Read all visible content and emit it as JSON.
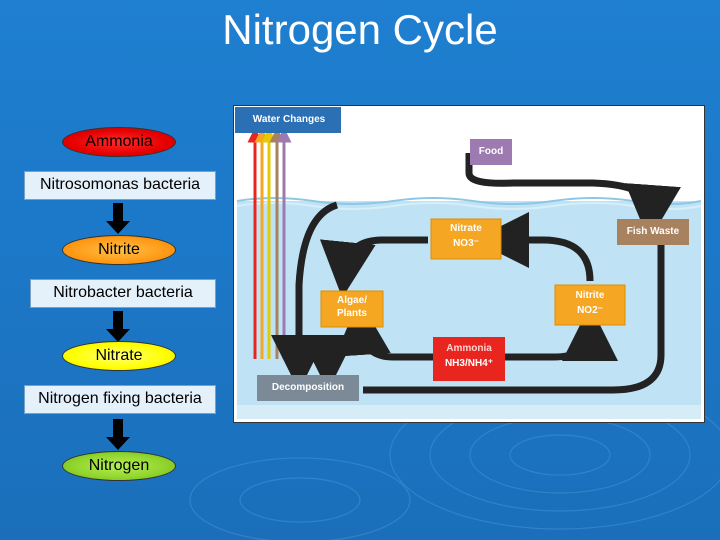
{
  "title": "Nitrogen Cycle",
  "flow": {
    "ammonia": "Ammonia",
    "step1": "Nitrosomonas bacteria",
    "nitrite": "Nitrite",
    "step2": "Nitrobacter bacteria",
    "nitrate": "Nitrate",
    "step3": "Nitrogen fixing bacteria",
    "nitrogen": "Nitrogen"
  },
  "diagram": {
    "water_changes": "Water Changes",
    "food": "Food",
    "fish_waste": "Fish Waste",
    "nitrate_name": "Nitrate",
    "nitrate_formula": "NO3⁻",
    "nitrite_name": "Nitrite",
    "nitrite_formula": "NO2⁻",
    "algae_line1": "Algae/",
    "algae_line2": "Plants",
    "ammonia_name": "Ammonia",
    "ammonia_formula": "NH3/NH4⁺",
    "decomposition": "Decomposition"
  },
  "colors": {
    "background": "#1c78c8",
    "ammonia": "#e60000",
    "nitrite": "#ff9a16",
    "nitrate": "#ffff00",
    "nitrogen": "#8fd42c",
    "diagram_water": "#bfe3f5",
    "diagram_box_orange": "#f5a623",
    "diagram_box_red": "#e8251f",
    "diagram_box_brown": "#a8825f",
    "diagram_box_gray": "#7b8a96",
    "diagram_box_blue": "#2b6fb5",
    "diagram_box_purple": "#9d7bb0"
  }
}
